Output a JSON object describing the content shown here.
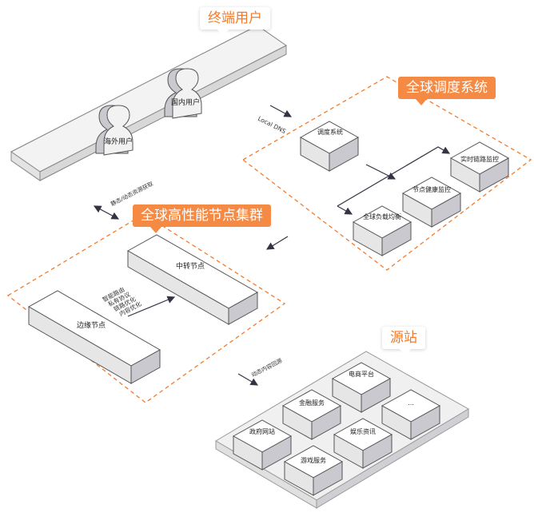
{
  "labels": {
    "end_users": "终端用户",
    "domestic_user": "国内用户",
    "overseas_user": "海外用户",
    "global_dispatch": "全球调度系统",
    "dispatch_system": "调度系统",
    "realtime_link_monitor": "实时链路监控",
    "node_health_monitor": "节点健康监控",
    "global_load_balance": "全球负载均衡",
    "local_dns": "Local DNS",
    "static_dynamic_access": "静态/动态资源获取",
    "cluster_title": "全球高性能节点集群",
    "relay_node": "中转节点",
    "edge_node": "边缘节点",
    "opt_line1": "智能路由",
    "opt_line2": "私有协议",
    "opt_line3": "链路优化",
    "opt_line4": "内容优化",
    "dynamic_fetch": "动态内容回源",
    "origin_title": "源站",
    "ecommerce": "电商平台",
    "finance": "金融服务",
    "more": "...",
    "government": "政府网站",
    "entertainment": "娱乐资讯",
    "game": "游戏服务"
  },
  "colors": {
    "accent": "#f37b2a",
    "accent_fill": "#f58a45",
    "platform_top": "#f2f2f2",
    "box_top": "#ffffff",
    "box_left": "#e6e6e6",
    "box_right": "#c9c9cf",
    "stroke": "#555555",
    "arrow": "#333344"
  },
  "icons": [
    "user-icon",
    "arrow-icon"
  ]
}
